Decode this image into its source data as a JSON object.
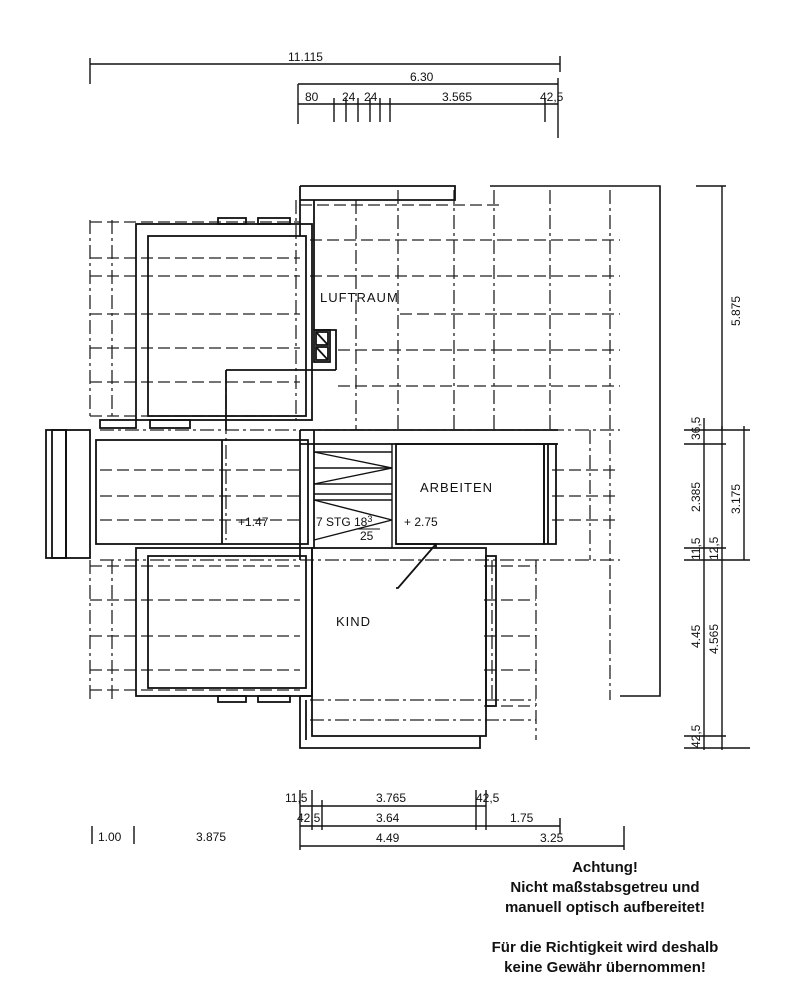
{
  "dimensions": {
    "top_total": "11.115",
    "top_630": "6.30",
    "top_80": "80",
    "top_24a": "24",
    "top_24b": "24",
    "top_3565": "3.565",
    "top_425": "42,5",
    "right_5875": "5.875",
    "right_365": "36,5",
    "right_2385": "2.385",
    "right_115": "11,5",
    "right_445": "4.45",
    "right_425_bottom": "42,5",
    "right_3175": "3.175",
    "right_125": "12,5",
    "right_4565": "4.565",
    "bottom_115": "11,5",
    "bottom_3765": "3.765",
    "bottom_425_right": "42,5",
    "bottom_425_left": "42,5",
    "bottom_364": "3.64",
    "bottom_175": "1.75",
    "bottom_449": "4.49",
    "bottom_325": "3.25",
    "bottom_100": "1.00",
    "bottom_3875": "3.875"
  },
  "rooms": {
    "luftraum": "LUFTRAUM",
    "arbeiten": "ARBEITEN",
    "kind": "KIND"
  },
  "levels": {
    "left": "+1.47",
    "right": "+ 2.75"
  },
  "stairs": {
    "label": "7 STG 18",
    "superscript": "3",
    "fraction": "25"
  },
  "note": {
    "line1": "Achtung!",
    "line2": "Nicht maßstabsgetreu und",
    "line3": "manuell optisch aufbereitet!",
    "line4": "Für die Richtigkeit wird deshalb",
    "line5": "keine Gewähr übernommen!"
  }
}
